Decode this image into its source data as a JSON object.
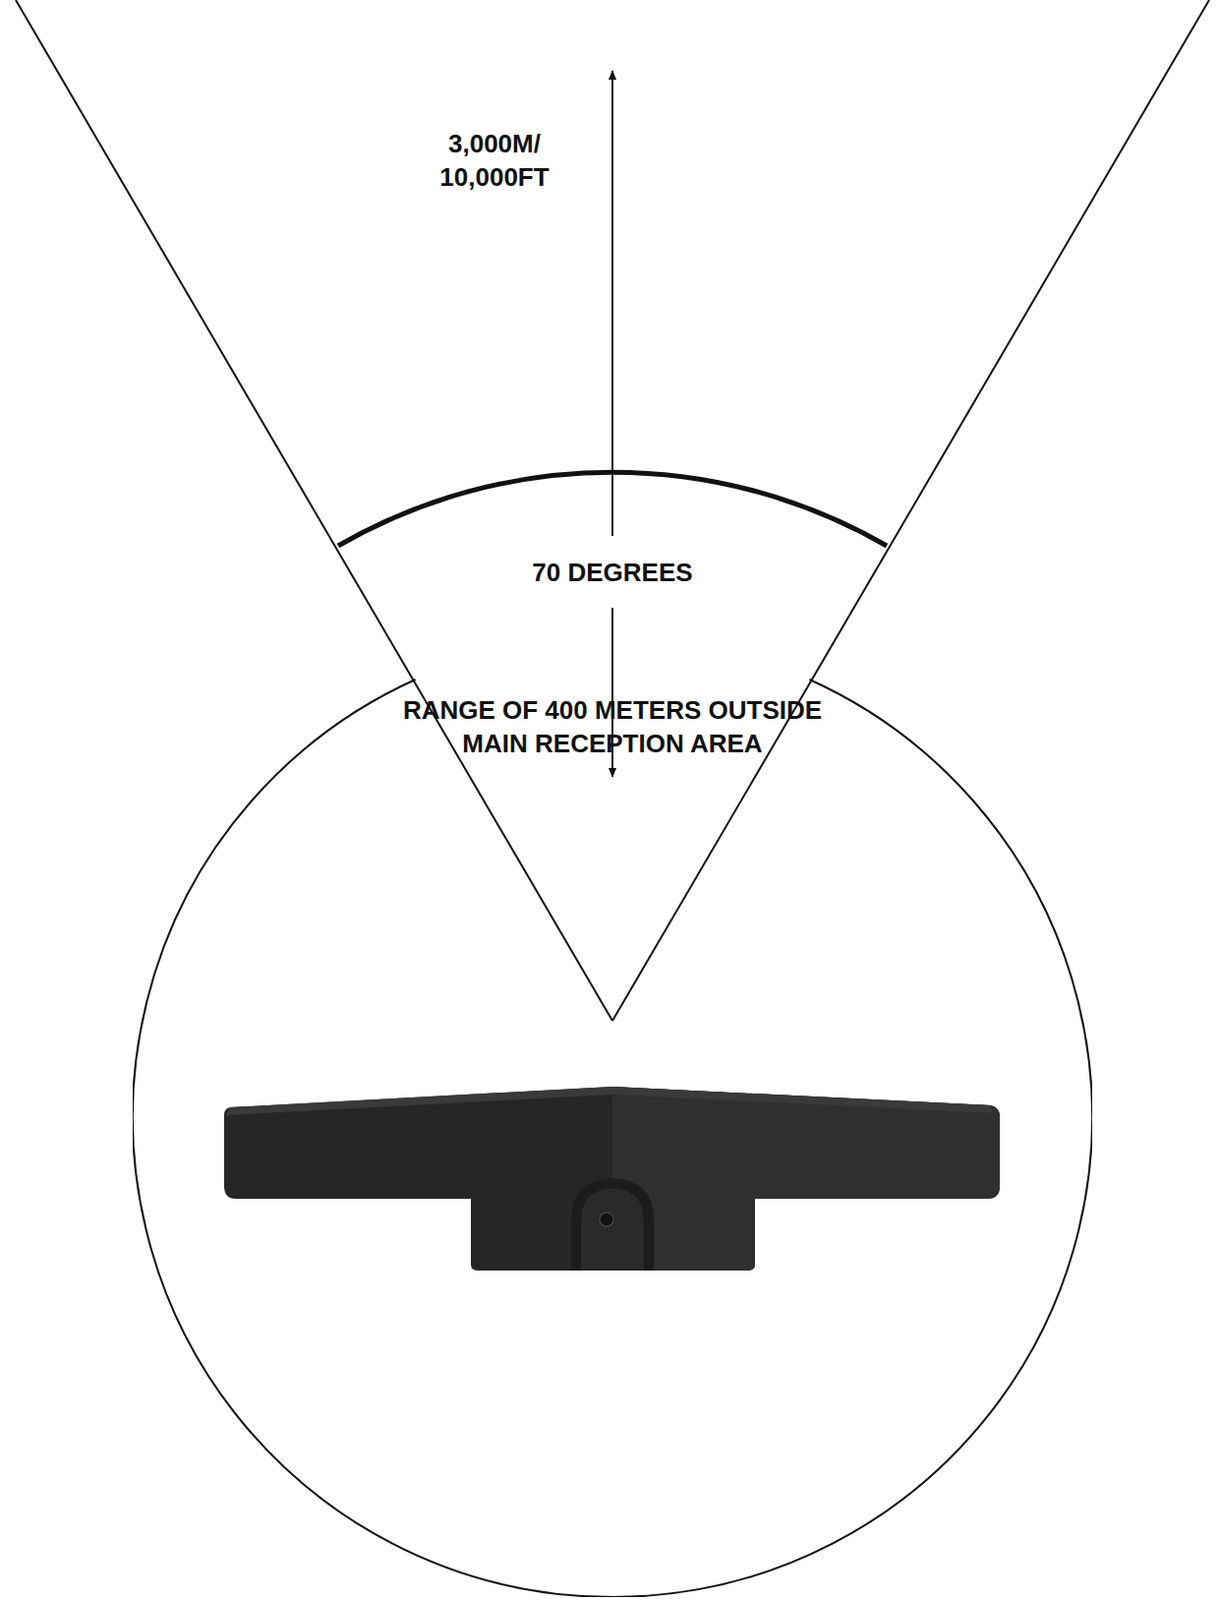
{
  "diagram": {
    "nodes": [
      {
        "text": [
          "RANGE OF 400 METERS OUTSIDE MAIN RECEPTION AREA"
        ]
      }
    ],
    "labels": [
      "3,000M/ 10,000FT",
      "70 DEGREES"
    ]
  }
}
